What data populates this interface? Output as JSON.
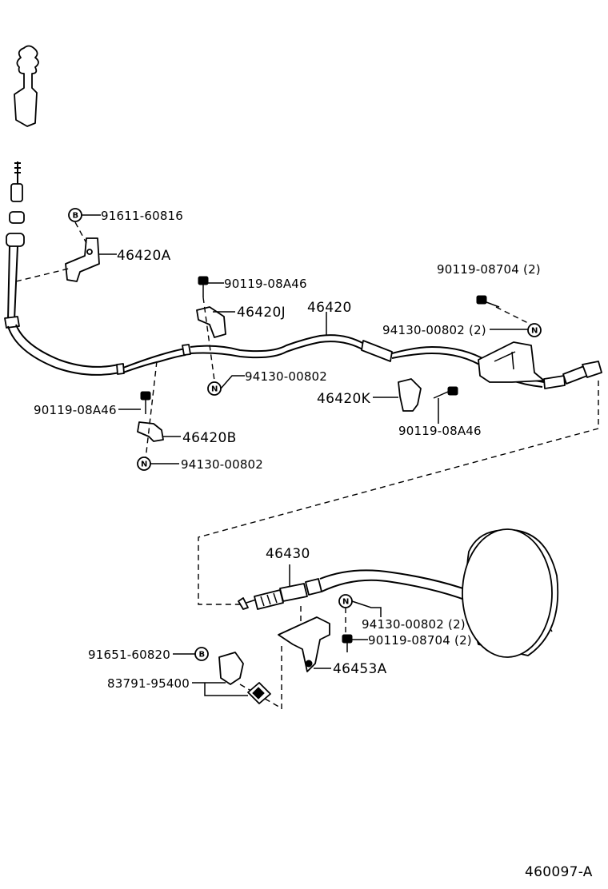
{
  "labels": {
    "p91611": "91611-60816",
    "p46420a": "46420A",
    "p90119_08a46_top": "90119-08A46",
    "p46420j": "46420J",
    "p46420": "46420",
    "p90119_08704_top": "90119-08704 (2)",
    "p94130_00802_2_top": "94130-00802 (2)",
    "p94130_00802_mid": "94130-00802",
    "p90119_08a46_left": "90119-08A46",
    "p46420b": "46420B",
    "p94130_00802_left": "94130-00802",
    "p46420k": "46420K",
    "p90119_08a46_right": "90119-08A46",
    "p46430": "46430",
    "p94130_00802_2_bottom": "94130-00802 (2)",
    "p90119_08704_bottom": "90119-08704 (2)",
    "p91651": "91651-60820",
    "p83791": "83791-95400",
    "p46453a": "46453A",
    "figure_number": "460097-A"
  },
  "symbols": {
    "bolt_marker": "B",
    "nut_marker": "N"
  }
}
